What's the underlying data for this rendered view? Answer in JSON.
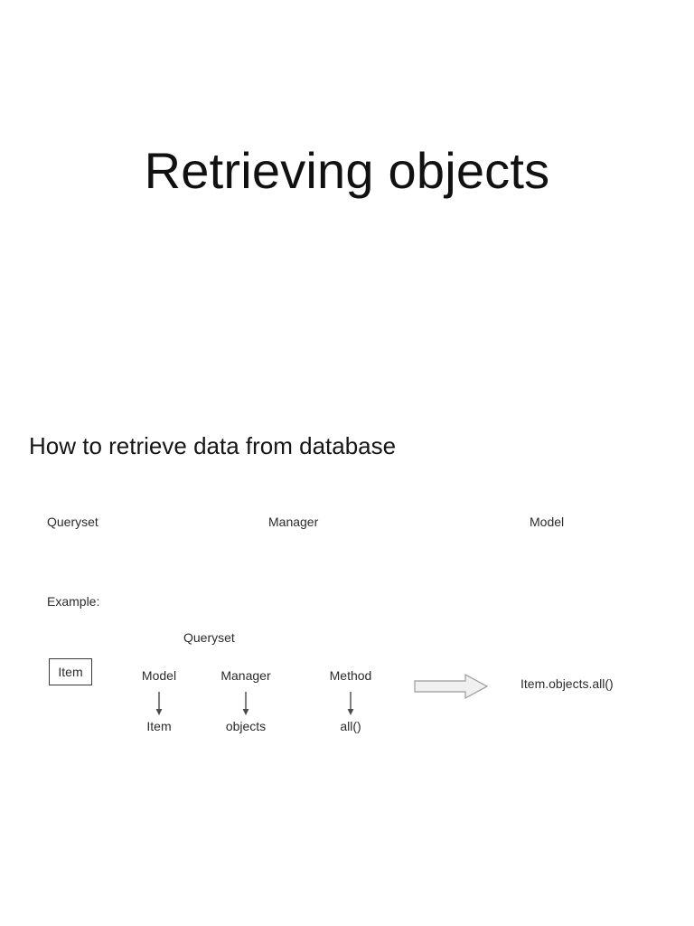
{
  "slide": {
    "title": "Retrieving objects",
    "subtitle": "How to retrieve data from database",
    "background_color": "#ffffff",
    "text_color": "#2b2b2b"
  },
  "concept_row": {
    "items": [
      {
        "label": "Queryset"
      },
      {
        "label": "Manager"
      },
      {
        "label": "Model"
      }
    ]
  },
  "example": {
    "label": "Example:",
    "caption": "Queryset",
    "model_box": {
      "text": "Item"
    },
    "mappings": [
      {
        "term": "Model",
        "arrow": "down-arrow",
        "value": "Item"
      },
      {
        "term": "Manager",
        "arrow": "down-arrow",
        "value": "objects"
      },
      {
        "term": "Method",
        "arrow": "down-arrow",
        "value": "all()"
      }
    ],
    "arrow": {
      "name": "block-arrow-right",
      "fill_color": "#f0f0f0",
      "stroke_color": "#9a9a9a"
    },
    "result": "Item.objects.all()"
  }
}
